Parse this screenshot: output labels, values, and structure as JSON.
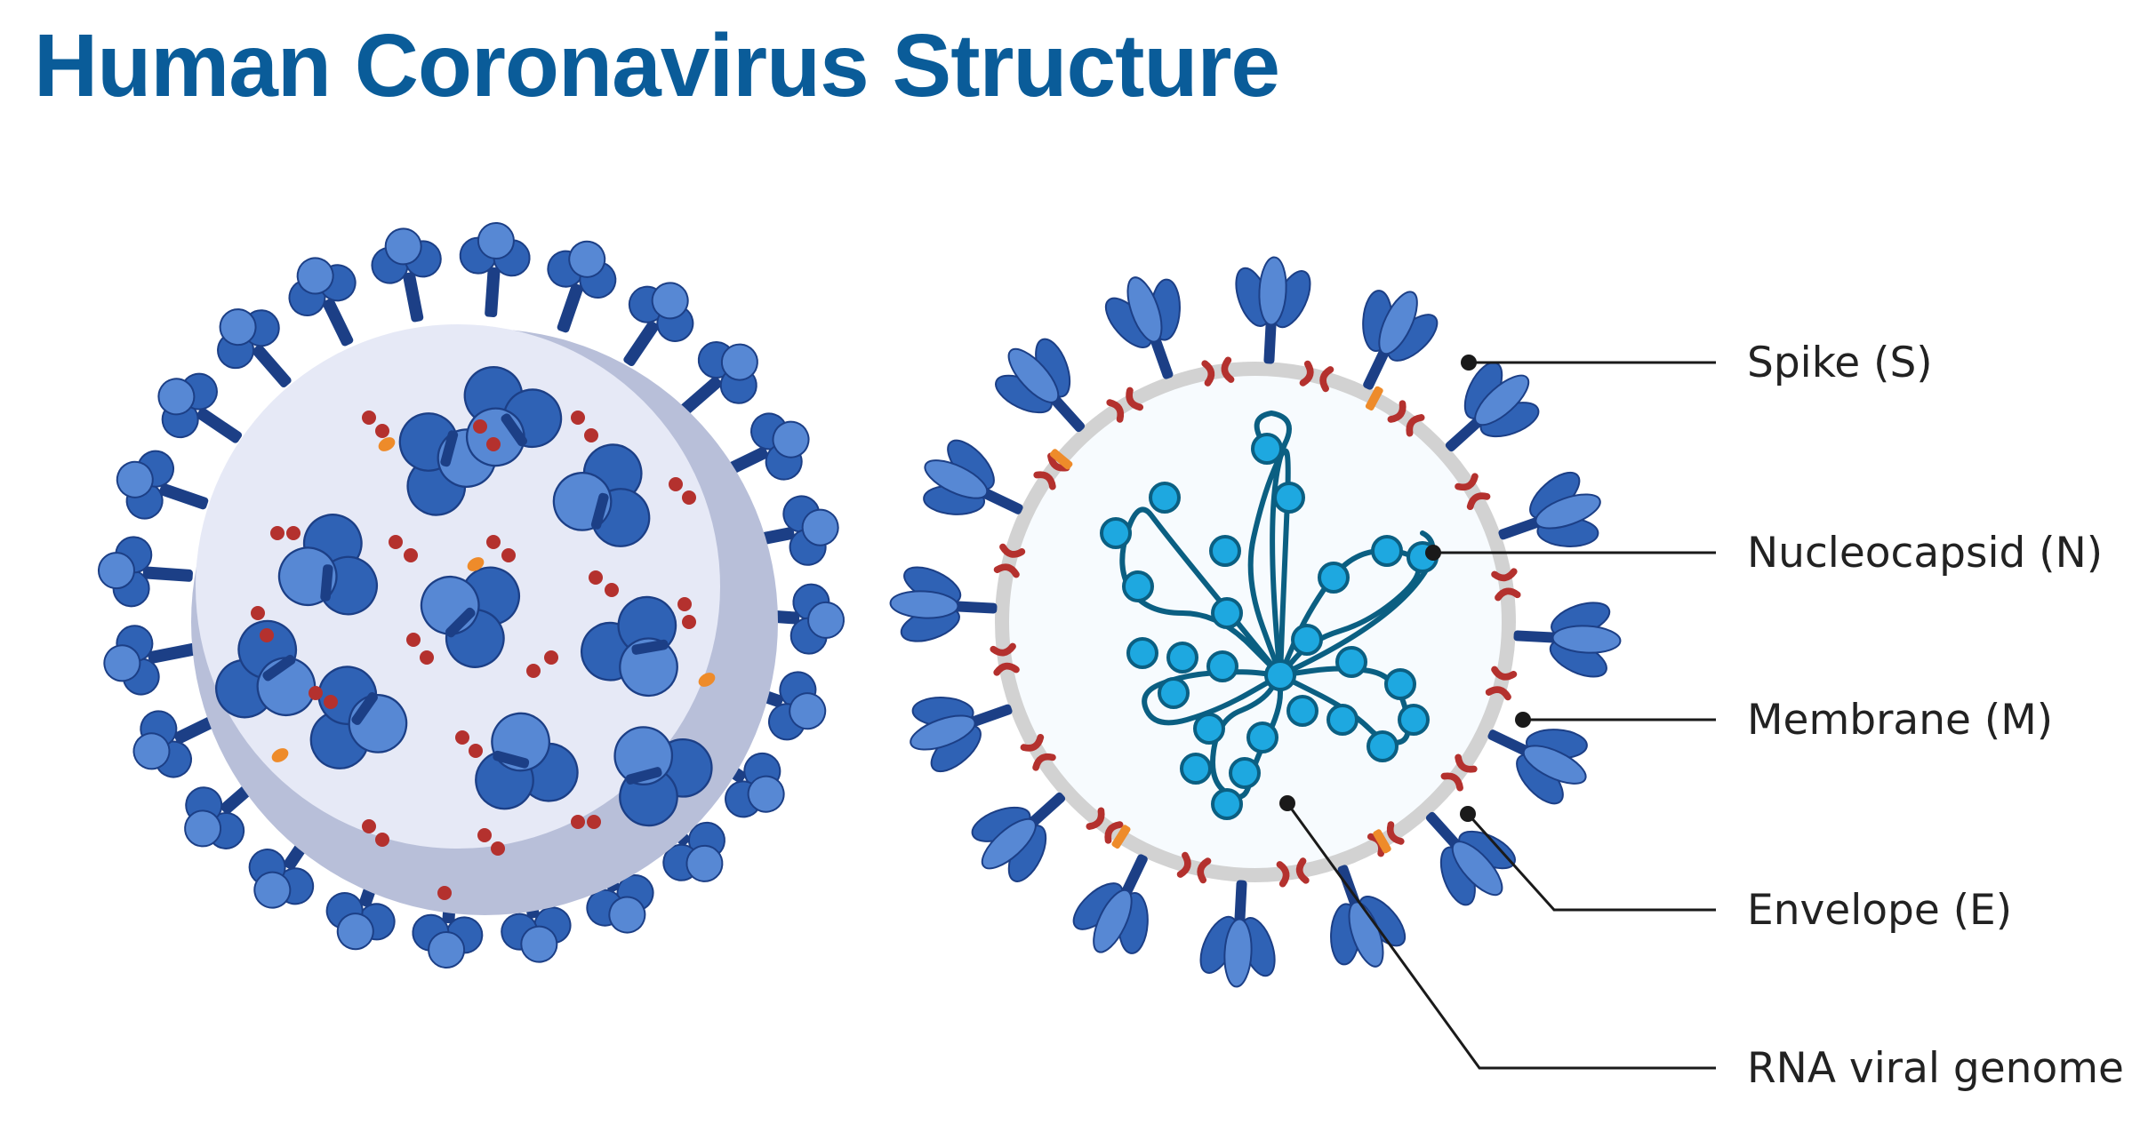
{
  "title": "Human Coronavirus Structure",
  "colors": {
    "title": "#0a5c99",
    "spike_fill": "#2f62b5",
    "spike_dark": "#1c3f86",
    "spike_light": "#5788d4",
    "membrane_ring": "#d2d2d2",
    "membrane_protein": "#b4312e",
    "envelope_protein": "#ee8b2a",
    "nucleocapsid_fill": "#1ea8e0",
    "rna_strand": "#0b5f82",
    "particle_surface": "#e6e9f6",
    "particle_shadow": "#b8bfd9",
    "leader_line": "#1a1a1a",
    "label_text": "#222222"
  },
  "labels": {
    "spike": "Spike (S)",
    "nucleocapsid": "Nucleocapsid (N)",
    "membrane": "Membrane (M)",
    "envelope": "Envelope (E)",
    "rna": "RNA viral genome"
  }
}
